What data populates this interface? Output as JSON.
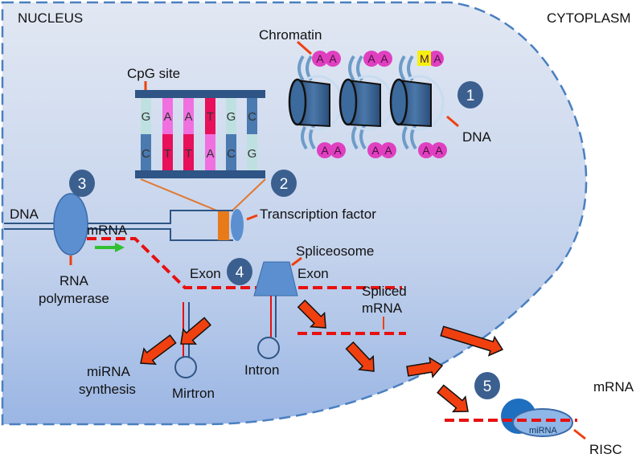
{
  "title_regions": {
    "nucleus": "NUCLEUS",
    "cytoplasm": "CYTOPLASM"
  },
  "labels": {
    "chromatin": "Chromatin",
    "cpg_site": "CpG site",
    "dna_nucleosome": "DNA",
    "dna_strand": "DNA",
    "mrna": "mRNA",
    "rna": "RNA",
    "polymerase": "polymerase",
    "transcription_factor": "Transcription factor",
    "spliceosome": "Spliceosome",
    "exon_left": "Exon",
    "exon_right": "Exon",
    "spliced": "Spliced",
    "spliced_mrna": "mRNA",
    "mirna_synthesis_1": "miRNA",
    "mirna_synthesis_2": "synthesis",
    "mirtron": "Mirtron",
    "intron": "Intron",
    "cyto_mrna": "mRNA",
    "risc": "RISC",
    "mirna_in_risc": "miRNA",
    "methyl_mark": "M",
    "acetyl_mark": "A"
  },
  "steps": [
    "1",
    "2",
    "3",
    "4",
    "5"
  ],
  "dna_ladder": {
    "top": [
      "G",
      "A",
      "A",
      "T",
      "G",
      "C"
    ],
    "bottom": [
      "C",
      "T",
      "T",
      "A",
      "C",
      "G"
    ]
  },
  "colors": {
    "step_circle": "#3b5f8f",
    "arrow": "#f04010",
    "mrna_dashed": "#e81010",
    "membrane": "#4a7fc0"
  }
}
